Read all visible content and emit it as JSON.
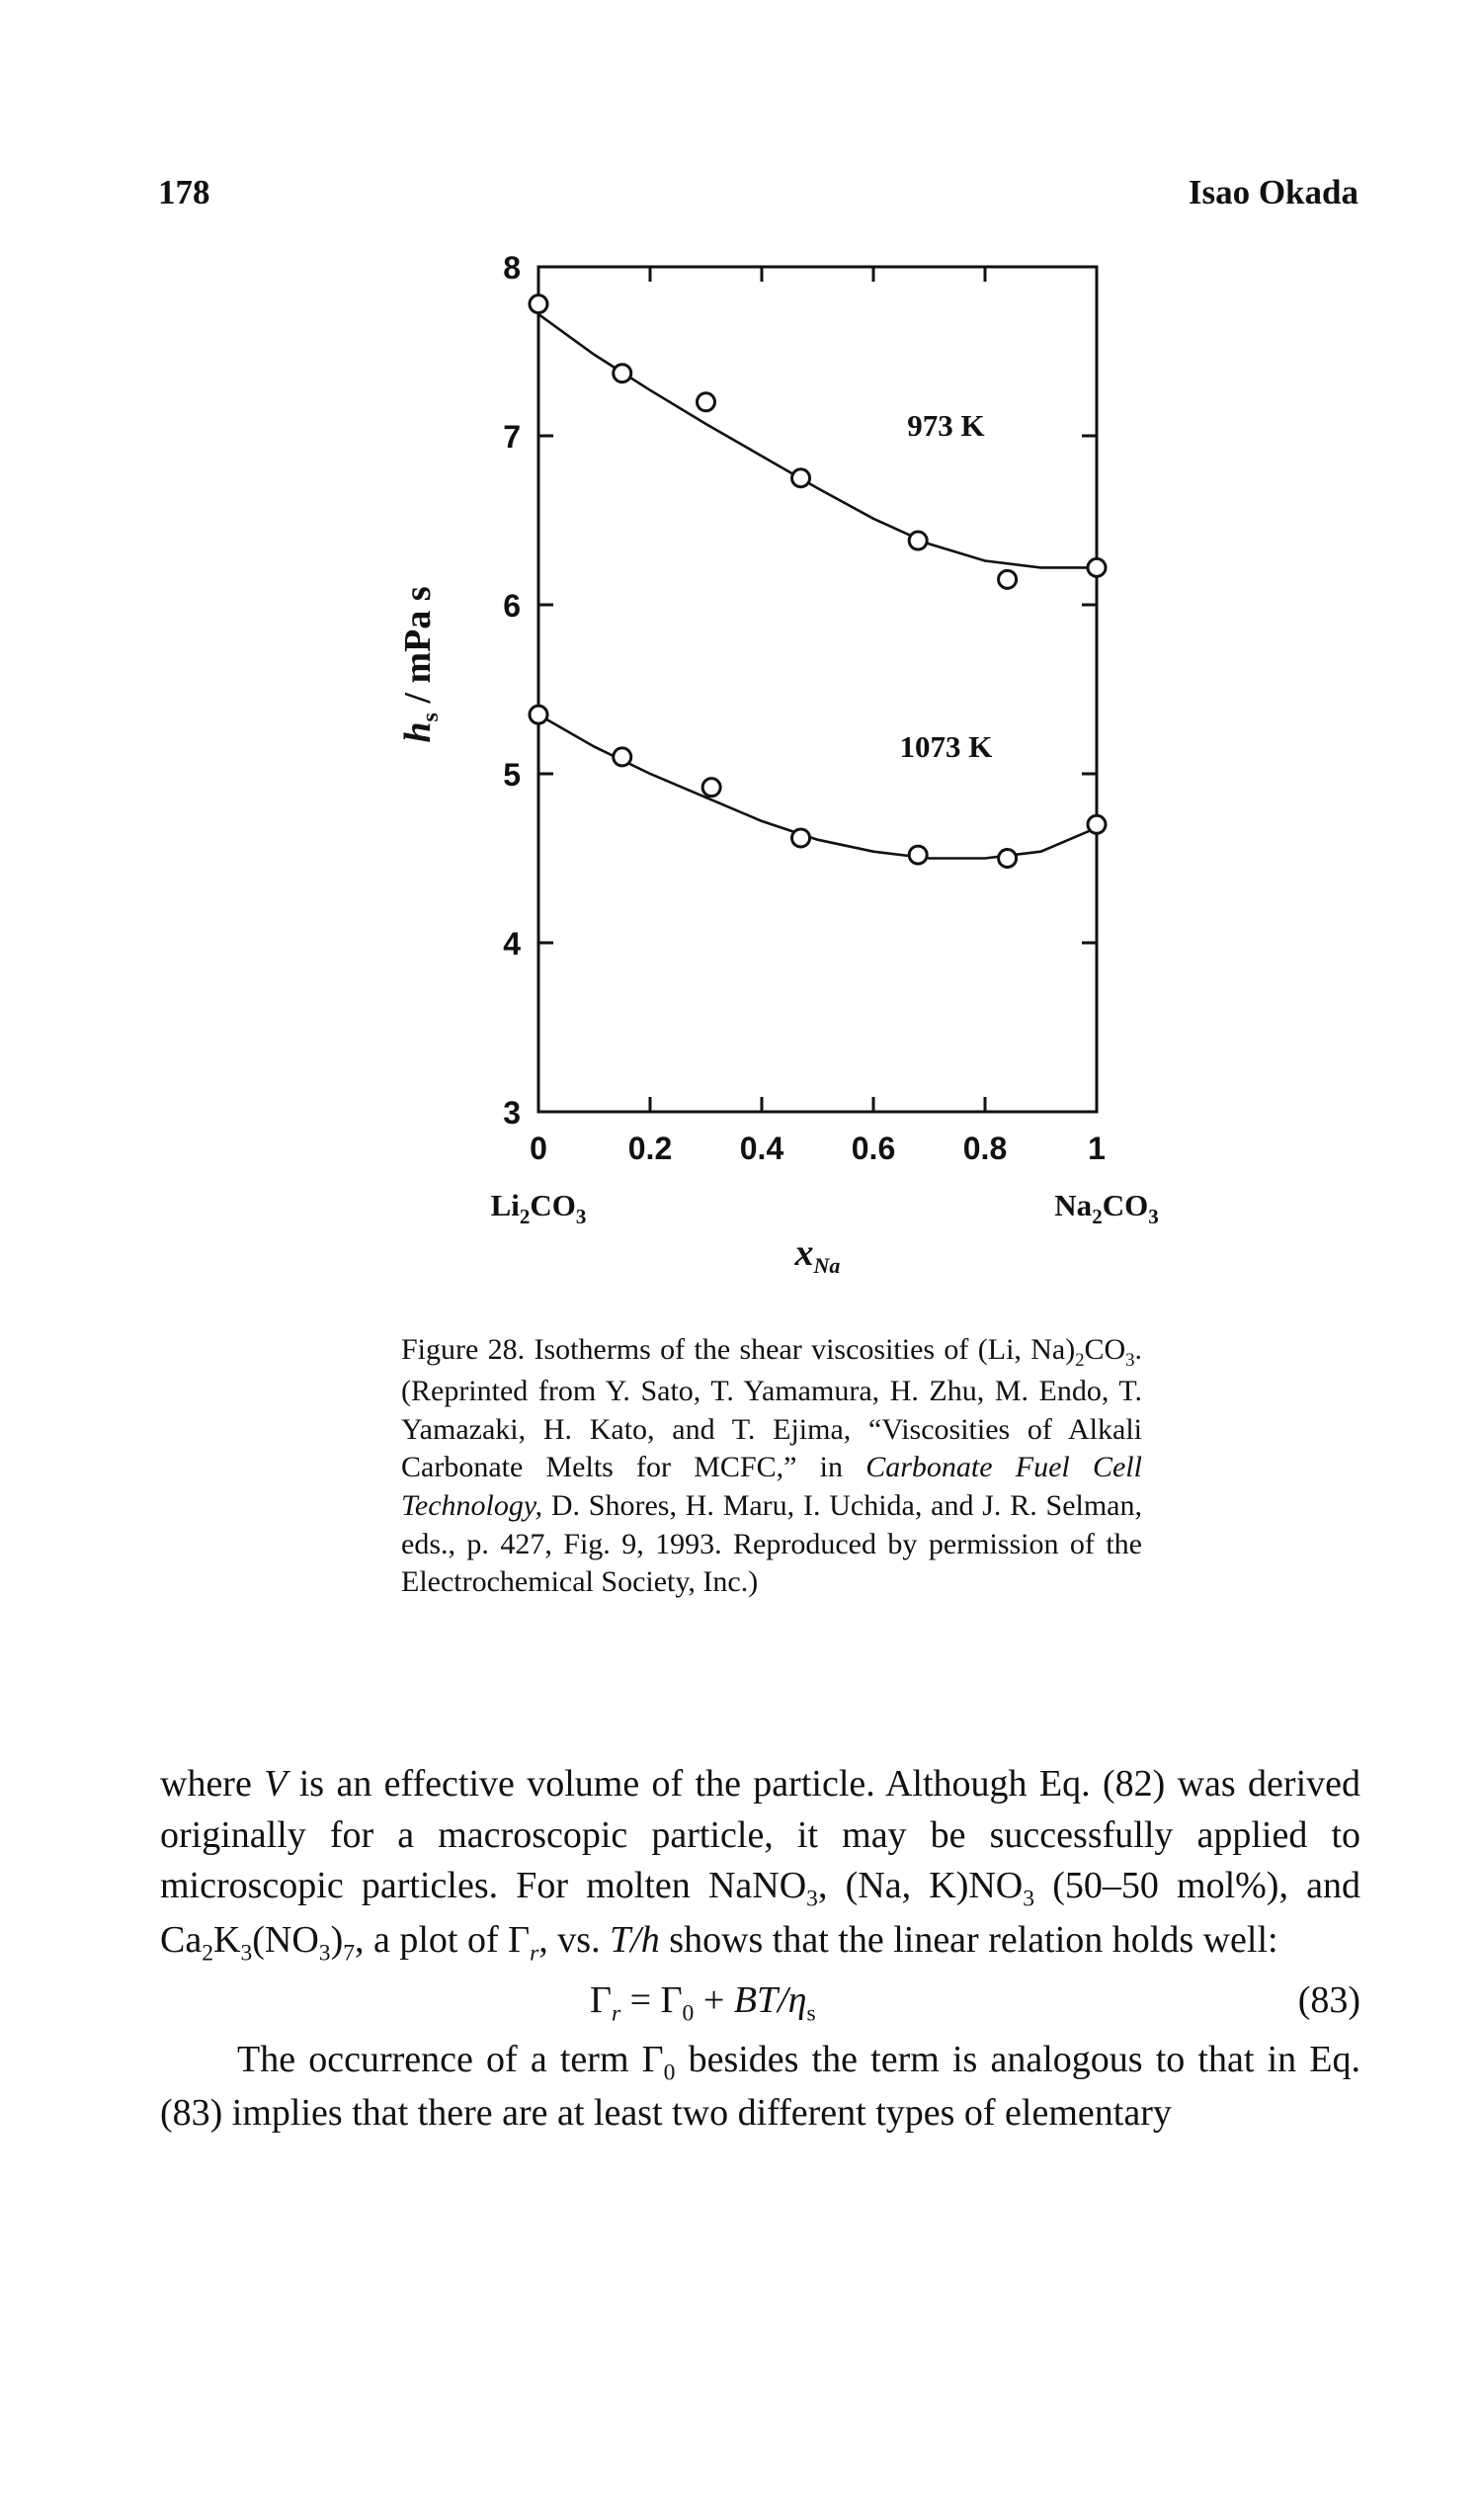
{
  "header": {
    "page_number": "178",
    "author": "Isao Okada"
  },
  "chart_data": {
    "type": "line",
    "xlabel": "x",
    "xlabel_subscript": "Na",
    "ylabel": "h",
    "ylabel_subscript": "s",
    "ylabel_unit": " / mPa s",
    "xlim": [
      0,
      1
    ],
    "ylim": [
      3,
      8
    ],
    "x_ticks": [
      "0",
      "0.2",
      "0.4",
      "0.6",
      "0.8",
      "1"
    ],
    "y_ticks": [
      "3",
      "4",
      "5",
      "6",
      "7",
      "8"
    ],
    "x_end_labels": {
      "left": "Li",
      "left_sub": "2",
      "left_tail": "CO",
      "left_sub2": "3",
      "right": "Na",
      "right_sub": "2",
      "right_tail": "CO",
      "right_sub2": "3"
    },
    "series": [
      {
        "name": "973 K",
        "points": [
          [
            0,
            7.78
          ],
          [
            0.15,
            7.37
          ],
          [
            0.3,
            7.2
          ],
          [
            0.47,
            6.75
          ],
          [
            0.68,
            6.38
          ],
          [
            0.84,
            6.15
          ],
          [
            1.0,
            6.22
          ]
        ],
        "curve": [
          [
            0,
            7.72
          ],
          [
            0.1,
            7.48
          ],
          [
            0.2,
            7.27
          ],
          [
            0.3,
            7.07
          ],
          [
            0.4,
            6.88
          ],
          [
            0.5,
            6.69
          ],
          [
            0.6,
            6.51
          ],
          [
            0.7,
            6.36
          ],
          [
            0.8,
            6.26
          ],
          [
            0.9,
            6.22
          ],
          [
            1.0,
            6.22
          ]
        ]
      },
      {
        "name": "1073 K",
        "points": [
          [
            0,
            5.35
          ],
          [
            0.15,
            5.1
          ],
          [
            0.31,
            4.92
          ],
          [
            0.47,
            4.62
          ],
          [
            0.68,
            4.52
          ],
          [
            0.84,
            4.5
          ],
          [
            1.0,
            4.7
          ]
        ],
        "curve": [
          [
            0,
            5.35
          ],
          [
            0.1,
            5.16
          ],
          [
            0.2,
            5.0
          ],
          [
            0.3,
            4.86
          ],
          [
            0.4,
            4.72
          ],
          [
            0.5,
            4.61
          ],
          [
            0.6,
            4.54
          ],
          [
            0.7,
            4.5
          ],
          [
            0.8,
            4.5
          ],
          [
            0.9,
            4.54
          ],
          [
            1.0,
            4.68
          ]
        ]
      }
    ],
    "axis_color": "#111111"
  },
  "caption": {
    "text_1": "Figure 28.  Isotherms of the shear viscosities of (Li, Na)",
    "sub_1": "2",
    "text_2": "CO",
    "sub_2": "3",
    "text_3": ". (Reprinted from Y. Sato, T. Yamamura, H. Zhu, M. Endo, T. Yamazaki, H. Kato, and T. Ejima, “Viscosities of Alkali Carbonate Melts for MCFC,” in ",
    "book_title": "Carbonate Fuel Cell Technology,",
    "text_4": " D. Shores, H. Maru, I. Uchida, and J. R. Selman, eds., p. 427, Fig. 9, 1993. Reproduced by permission of the Electrochemical Society, Inc.)"
  },
  "body": {
    "p1_a": "where ",
    "p1_v": "V",
    "p1_b": " is an effective volume of the particle. Although Eq. (82) was derived originally for a macroscopic particle, it may be successfully applied to microscopic particles. For molten NaNO",
    "p1_sub_a": "3",
    "p1_c": ", (Na, K)NO",
    "p1_sub_b": "3",
    "p1_d": " (50–50 mol%), and Ca",
    "p1_sub_c": "2",
    "p1_e": "K",
    "p1_sub_d": "3",
    "p1_f": "(NO",
    "p1_sub_e": "3",
    "p1_g": ")",
    "p1_sub_f": "7",
    "p1_h": ", a plot of Γ",
    "p1_sub_g": "r",
    "p1_i": ", vs. ",
    "p1_th": "T/h",
    "p1_j": " shows that the linear relation holds well:",
    "eq_lhs": "Γ",
    "eq_lhs_sub": "r",
    "eq_mid": " = Γ",
    "eq_mid_sub": "0",
    "eq_plus": " + ",
    "eq_rhs": "BT/η",
    "eq_rhs_sub": "s",
    "eq_number": "(83)",
    "p2_a": "The occurrence of a term Γ",
    "p2_sub": "0",
    "p2_b": " besides the term is analogous to that in Eq. (83) implies that there are at least two different types of elementary"
  }
}
